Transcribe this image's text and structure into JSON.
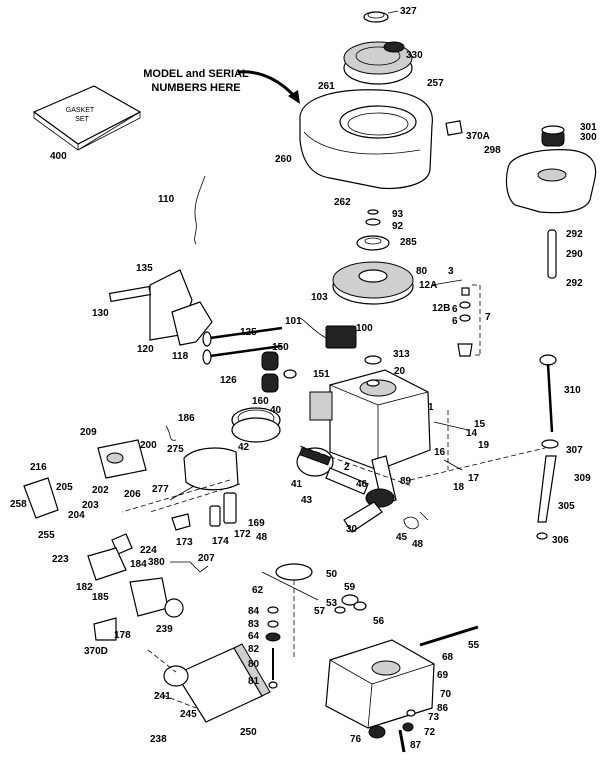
{
  "note": {
    "line1": "MODEL and SERIAL",
    "line2": "NUMBERS HERE"
  },
  "gasket_text": {
    "line1": "GASKET",
    "line2": "SET"
  },
  "labels": {
    "p327": "327",
    "p330": "330",
    "p261": "261",
    "p257": "257",
    "p260": "260",
    "p370A": "370A",
    "p301": "301",
    "p300": "300",
    "p298": "298",
    "p262": "262",
    "p93": "93",
    "p92": "92",
    "p285": "285",
    "p292a": "292",
    "p290": "290",
    "p292b": "292",
    "p400": "400",
    "p110": "110",
    "p135": "135",
    "p80": "80",
    "p3": "3",
    "p12A": "12A",
    "p103": "103",
    "p12B": "12B",
    "p6a": "6",
    "p6b": "6",
    "p7": "7",
    "p130": "130",
    "p120": "120",
    "p118": "118",
    "p125": "125",
    "p101": "101",
    "p100": "100",
    "p150": "150",
    "p313": "313",
    "p20": "20",
    "p126": "126",
    "p151": "151",
    "p160": "160",
    "p40": "40",
    "p310": "310",
    "p1": "1",
    "p15": "15",
    "p14": "14",
    "p186": "186",
    "p42": "42",
    "p209": "209",
    "p200": "200",
    "p275": "275",
    "p307": "307",
    "p19": "19",
    "p16": "16",
    "p216": "216",
    "p2": "2",
    "p205": "205",
    "p202": "202",
    "p206": "206",
    "p41": "41",
    "p46": "46",
    "p89": "89",
    "p17": "17",
    "p18": "18",
    "p309": "309",
    "p277": "277",
    "p43": "43",
    "p203": "203",
    "p258": "258",
    "p204": "204",
    "p255": "255",
    "p169": "169",
    "p172": "172",
    "p173": "173",
    "p174": "174",
    "p224": "224",
    "p30": "30",
    "p45": "45",
    "p48a": "48",
    "p305": "305",
    "p306": "306",
    "p48b": "48",
    "p223": "223",
    "p207": "207",
    "p184": "184",
    "p380": "380",
    "p50": "50",
    "p182": "182",
    "p185": "185",
    "p62": "62",
    "p59": "59",
    "p53": "53",
    "p57": "57",
    "p56": "56",
    "p84": "84",
    "p83": "83",
    "p64": "64",
    "p239": "239",
    "p178": "178",
    "p55": "55",
    "p370D": "370D",
    "p82": "82",
    "p68": "68",
    "p80b": "80",
    "p69": "69",
    "p81": "81",
    "p241": "241",
    "p70": "70",
    "p245": "245",
    "p86": "86",
    "p73": "73",
    "p250": "250",
    "p238": "238",
    "p72": "72",
    "p76": "76",
    "p87": "87"
  }
}
